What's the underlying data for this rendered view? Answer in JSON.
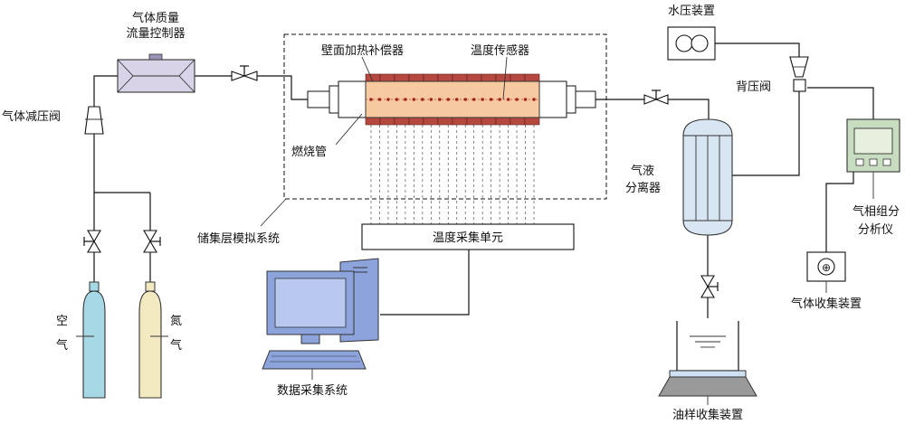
{
  "colors": {
    "air_cylinder": "#a6d8e6",
    "nitrogen_cylinder": "#f3e9c0",
    "mfc_fill": "#d9d3e8",
    "tube_fill": "#f6c9a0",
    "heater_fill": "#b5493f",
    "separator_fill": "#d8e6f4",
    "monitor_fill": "#8da3dc",
    "screen_fill": "#b9c8ef",
    "analyzer_screen": "#c8dcc0",
    "tray_fill": "#9a9a9a",
    "tray_top": "#cfe2f3"
  },
  "labels": {
    "mfc_line1": "气体质量",
    "mfc_line2": "流量控制器",
    "pressure_reducer": "气体减压阀",
    "air_line1": "空",
    "air_line2": "气",
    "nitrogen_line1": "氮",
    "nitrogen_line2": "气",
    "wall_heater": "壁面加热补偿器",
    "temp_sensor": "温度传感器",
    "combustion_tube": "燃烧管",
    "reservoir_system": "储集层模拟系统",
    "temp_acquisition": "温度采集单元",
    "data_acquisition": "数据采集系统",
    "water_pressure": "水压装置",
    "back_pressure": "背压阀",
    "separator_line1": "气液",
    "separator_line2": "分离器",
    "gas_analyzer_line1": "气相组分",
    "gas_analyzer_line2": "分析仪",
    "gas_collector": "气体收集装置",
    "oil_collector": "油样收集装置"
  },
  "icons": {
    "flowmeter_symbol": "⊕"
  }
}
